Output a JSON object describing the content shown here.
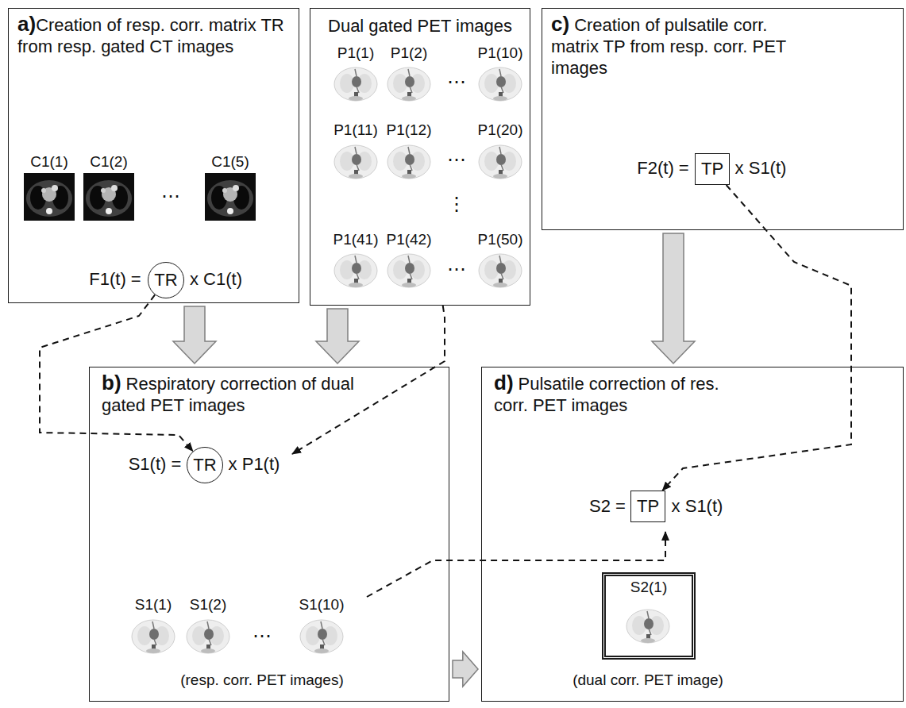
{
  "diagram": {
    "nodes": [
      {
        "text": [
          "a)",
          "Creation of resp. corr. matrix TR from resp. gated CT images"
        ]
      },
      {
        "text": [
          "TR"
        ],
        "in": 0
      },
      {
        "text": [
          "Dual gated PET images"
        ]
      },
      {
        "text": [
          "c)",
          "Creation of pulsatile corr. matrix TP from resp. corr. PET images"
        ]
      },
      {
        "text": [
          "TP"
        ],
        "in": 3
      },
      {
        "text": [
          "b)",
          "Respiratory correction of dual gated PET images"
        ]
      },
      {
        "text": [
          "TR"
        ],
        "in": 5
      },
      {
        "text": [
          "d)",
          "Pulsatile correction of res. corr. PET images"
        ]
      },
      {
        "text": [
          "TP"
        ],
        "in": 7
      },
      {
        "text": [
          "S2(1)"
        ],
        "in": 7
      }
    ],
    "edges": [
      {
        "from": 1,
        "to": 6,
        "arrow": "to"
      },
      {
        "from": 2,
        "to": 5,
        "arrow": "to"
      },
      {
        "from": 4,
        "to": 8,
        "arrow": "to"
      },
      {
        "from": 5,
        "to": 7,
        "arrow": "to"
      },
      {
        "from": 0,
        "to": 5,
        "arrow": "to"
      },
      {
        "from": 2,
        "to": 5,
        "arrow": "to"
      },
      {
        "from": 3,
        "to": 7,
        "arrow": "to"
      },
      {
        "from": 5,
        "to": 7,
        "arrow": "to"
      }
    ],
    "labels": [
      "C1(1)",
      "C1(2)",
      "⋯",
      "C1(5)",
      "F1(t) =",
      "x C1(t)",
      "P1(1)",
      "P1(2)",
      "⋯",
      "P1(10)",
      "P1(11)",
      "P1(12)",
      "⋯",
      "P1(20)",
      "⋮",
      "P1(41)",
      "P1(42)",
      "⋯",
      "P1(50)",
      "F2(t) =",
      "x S1(t)",
      "S1(t) =",
      "x P1(t)",
      "S1(1)",
      "S1(2)",
      "⋯",
      "S1(10)",
      "(resp. corr. PET images)",
      "S2 =",
      "x S1(t)",
      "(dual corr. PET image)"
    ]
  }
}
